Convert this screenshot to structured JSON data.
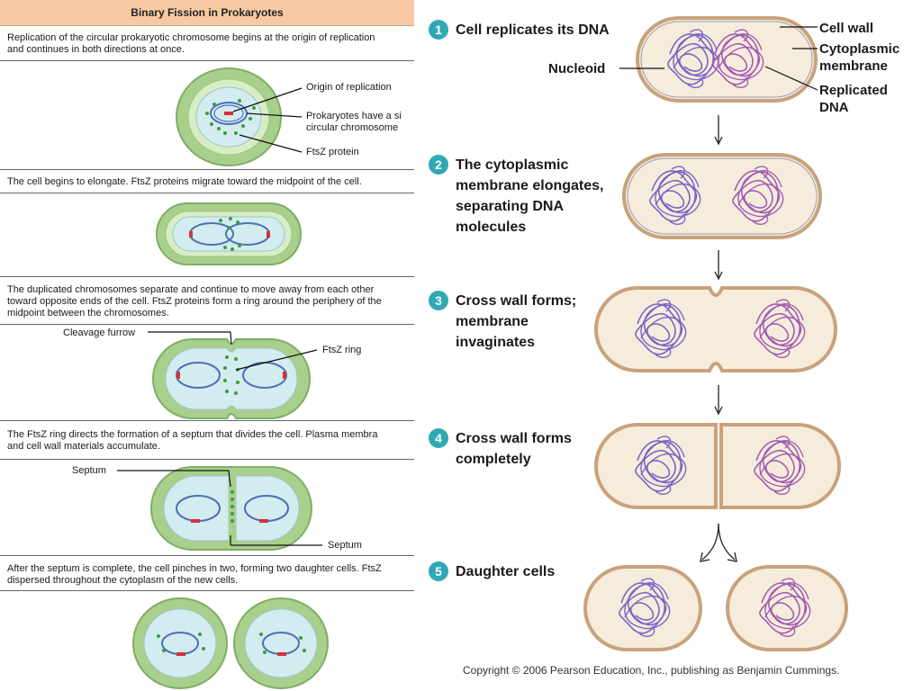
{
  "left_panel": {
    "title": "Binary Fission in Prokaryotes",
    "captions": [
      "Replication of the circular prokaryotic chromosome begins at the origin of replication\nand continues in both directions at once.",
      "The cell begins to elongate. FtsZ proteins migrate toward the midpoint of the cell.",
      "The duplicated chromosomes separate and continue to move away from each other\ntoward opposite ends of the cell. FtsZ proteins form a ring around the periphery of the\nmidpoint between the chromosomes.",
      "The FtsZ ring directs the formation of a septum that divides the cell. Plasma membra\nand cell wall materials accumulate.",
      "After the septum is complete, the cell pinches in two, forming two daughter cells. FtsZ\ndispersed throughout the cytoplasm of the new cells."
    ],
    "labels": {
      "origin": "Origin of replication",
      "chromosome": "Prokaryotes have a si\ncircular chromosome",
      "ftsz_protein": "FtsZ protein",
      "cleavage_furrow": "Cleavage furrow",
      "ftsz_ring": "FtsZ ring",
      "septum_top": "Septum",
      "septum_bottom": "Septum"
    }
  },
  "right_panel": {
    "steps": [
      {
        "number": "1",
        "text": "Cell replicates its DNA"
      },
      {
        "number": "2",
        "text": "The cytoplasmic\nmembrane elongates,\nseparating DNA\nmolecules"
      },
      {
        "number": "3",
        "text": "Cross wall forms;\nmembrane\ninvaginates"
      },
      {
        "number": "4",
        "text": "Cross wall forms\ncompletely"
      },
      {
        "number": "5",
        "text": "Daughter cells"
      }
    ],
    "labels": {
      "nucleoid": "Nucleoid",
      "cell_wall": "Cell wall",
      "cytoplasmic_membrane": "Cytoplasmic\nmembrane",
      "replicated_dna": "Replicated\nDNA"
    },
    "copyright": "Copyright © 2006 Pearson Education, Inc., publishing as Benjamin Cummings."
  },
  "colors": {
    "header_bg": "#f7c9a2",
    "badge": "#2fa9b4",
    "cell_wall_green": "#a9cf8c",
    "cytoplasm_blue": "#d3ecef",
    "chromosome_blue": "#4c6fb8",
    "origin_red": "#d6303a",
    "ftsz_green": "#3f9a3f",
    "bacterium_fill": "#f6ecdb",
    "bacterium_wall": "#c9a27c",
    "dna_blue": "#7b64c6",
    "dna_purple": "#a05cb3"
  }
}
